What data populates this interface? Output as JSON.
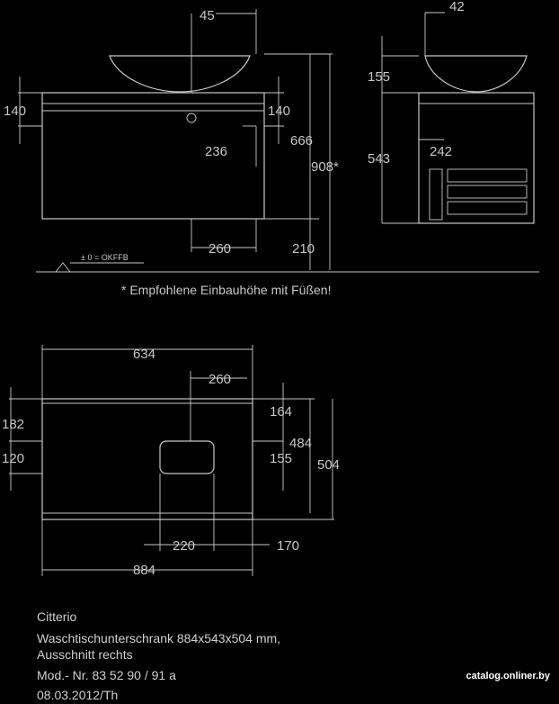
{
  "dimensions": {
    "front": {
      "offset_top": "45",
      "left_band": "140",
      "right_band": "140",
      "inner_height": "236",
      "cabinet_height": "666",
      "total_height": "908*",
      "bottom_width": "260",
      "floor_gap": "210",
      "floor_label": "± 0 = OKFFB"
    },
    "side": {
      "offset_top": "42",
      "bowl_height": "155",
      "cabinet_height": "543",
      "inner_depth": "242"
    },
    "plan": {
      "top_width": "634",
      "cutout_offset": "260",
      "left_top": "182",
      "left_mid": "120",
      "right_top": "164",
      "right_mid": "155",
      "depth_inner": "484",
      "depth_total": "504",
      "cutout_width": "220",
      "right_offset": "170",
      "total_width": "884"
    }
  },
  "note": "* Empfohlene Einbauhöhe mit Füßen!",
  "caption": {
    "line1": "Citterio",
    "line2": "Waschtischunterschrank 884x543x504 mm,",
    "line3": "Ausschnitt rechts",
    "line4": "Mod.- Nr. 83 52 90 / 91 a",
    "line5": "08.03.2012/Th"
  },
  "brand": "catalog.onliner.by"
}
